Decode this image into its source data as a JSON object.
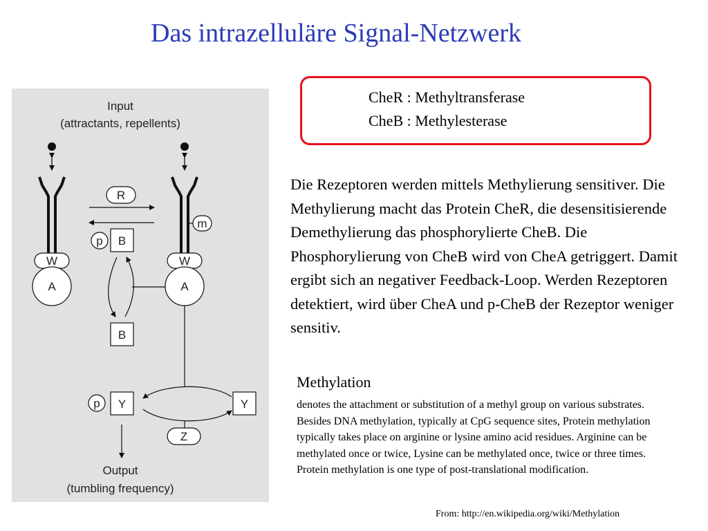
{
  "slide": {
    "title": "Das intrazelluläre Signal-Netzwerk"
  },
  "diagram": {
    "input_line1": "Input",
    "input_line2": "(attractants, repellents)",
    "output_line1": "Output",
    "output_line2": "(tumbling frequency)",
    "labels": {
      "r": "R",
      "m": "m",
      "p1": "p",
      "b_top": "B",
      "w_left": "W",
      "a_left": "A",
      "w_right": "W",
      "a_right": "A",
      "b_bottom": "B",
      "p2": "p",
      "y_left": "Y",
      "y_right": "Y",
      "z": "Z"
    }
  },
  "definitions": {
    "cher": "CheR : Methyltransferase",
    "cheb": "CheB : Methylesterase"
  },
  "paragraph": "Die Rezeptoren werden mittels Methylierung sensitiver. Die Methylierung macht das Protein CheR, die desensitisierende Demethylierung das phosphorylierte CheB. Die Phosphorylierung von CheB wird von CheA getriggert. Damit ergibt sich an negativer Feedback-Loop. Werden Rezeptoren detektiert, wird über CheA und p-CheB der Rezeptor weniger sensitiv.",
  "methylation": {
    "heading": "Methylation",
    "body": "denotes the attachment or substitution of a methyl group on various substrates. Besides DNA methylation, typically at CpG sequence sites, Protein methylation typically takes place on arginine or lysine amino acid residues. Arginine can be methylated once or twice, Lysine can be methylated once, twice or three times. Protein methylation is one type of post-translational modification."
  },
  "source": "From: http://en.wikipedia.org/wiki/Methylation"
}
